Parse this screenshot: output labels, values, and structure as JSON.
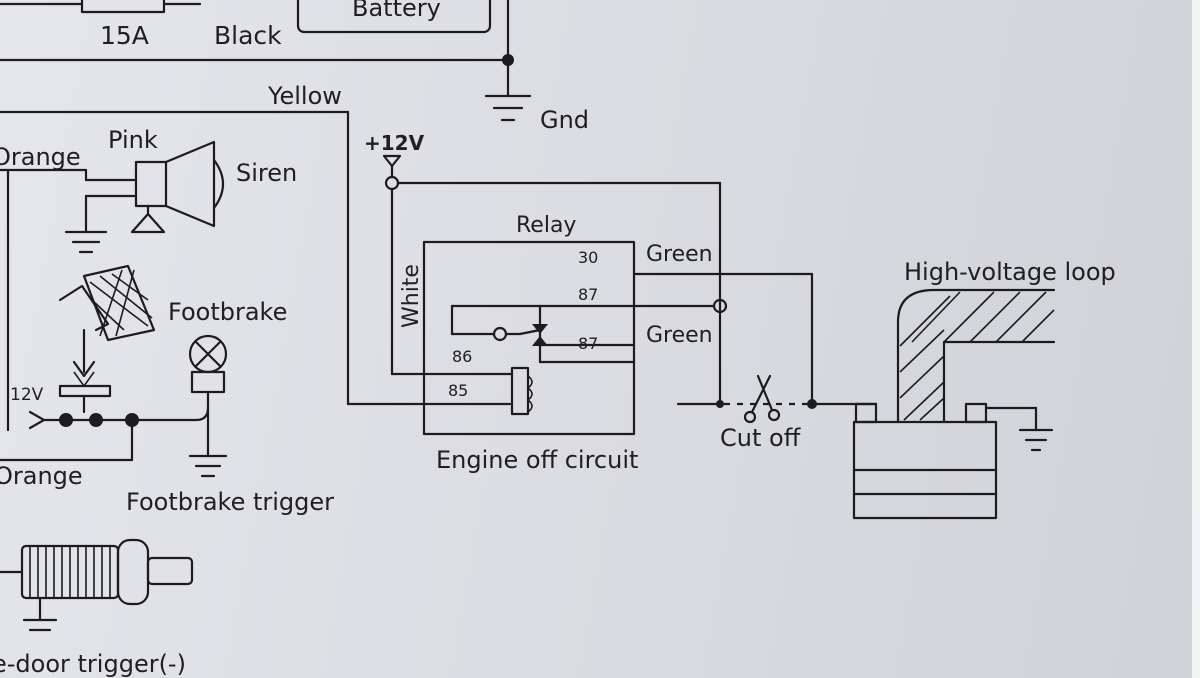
{
  "labels": {
    "fuse_rating": "15A",
    "black": "Black",
    "battery": "Battery",
    "gnd": "Gnd",
    "yellow": "Yellow",
    "plus12v": "+12V",
    "orange_top": "Orange",
    "pink": "Pink",
    "siren": "Siren",
    "footbrake": "Footbrake",
    "v12": "12V",
    "orange_bottom": "Orange",
    "footbrake_trigger": "Footbrake trigger",
    "door_trigger": "e-door trigger(-)",
    "relay": "Relay",
    "white": "White",
    "pin30": "30",
    "pin87a": "87",
    "pin87b": "87",
    "pin86": "86",
    "pin85": "85",
    "green_top": "Green",
    "green_bottom": "Green",
    "engine_off_circuit": "Engine off circuit",
    "cut_off": "Cut off",
    "high_voltage_loop": "High-voltage loop"
  },
  "icons": {
    "scissors": "scissors-icon",
    "siren": "siren-horn-icon",
    "footbrake_lamp": "brake-lamp-icon",
    "brake_pedal": "brake-pedal-icon",
    "door_switch": "door-switch-icon"
  }
}
